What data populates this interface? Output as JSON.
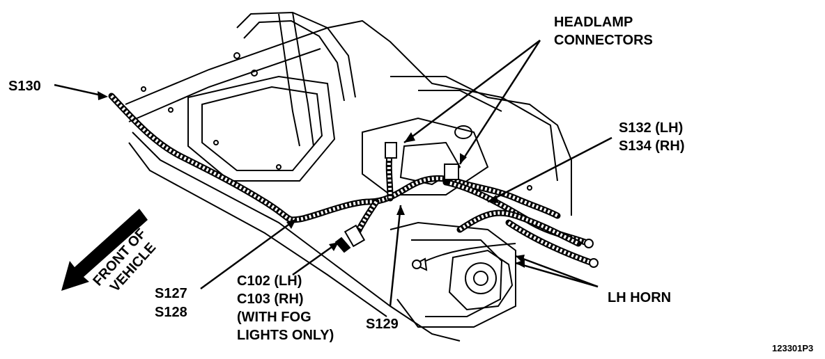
{
  "labels": {
    "headlamp_1": "HEADLAMP",
    "headlamp_2": "CONNECTORS",
    "s130": "S130",
    "s132": "S132 (LH)",
    "s134": "S134 (RH)",
    "front_1": "FRONT OF",
    "front_2": "VEHICLE",
    "s127": "S127",
    "s128": "S128",
    "c102": "C102 (LH)",
    "c103": "C103 (RH)",
    "fog_1": "(WITH FOG",
    "fog_2": "LIGHTS ONLY)",
    "s129": "S129",
    "lh_horn": "LH HORN",
    "figure_id": "123301P3"
  },
  "colors": {
    "ink": "#000000",
    "paper": "#ffffff"
  }
}
